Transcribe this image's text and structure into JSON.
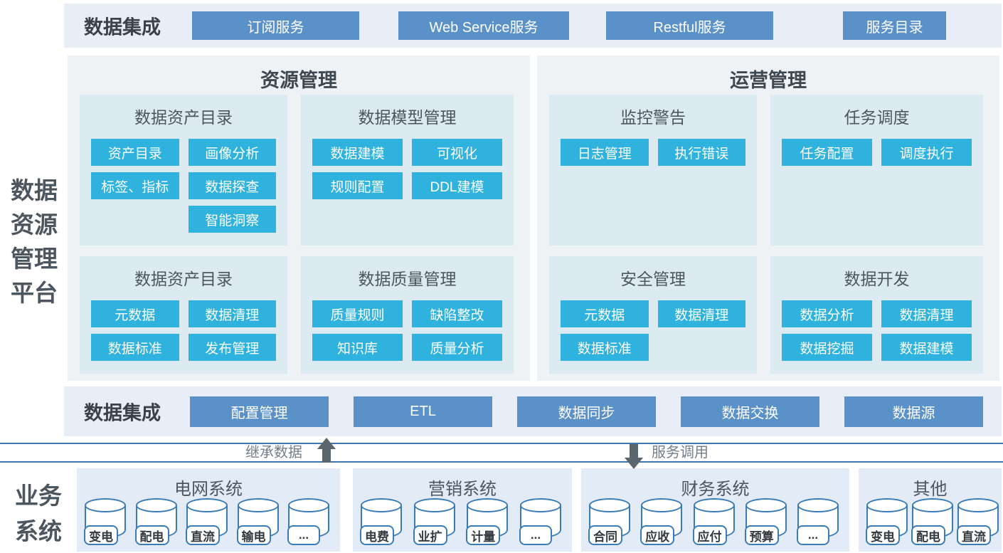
{
  "platform_label": {
    "lines": [
      "数据",
      "资源",
      "管理",
      "平台"
    ]
  },
  "top_integration": {
    "label": "数据集成",
    "buttons": [
      "订阅服务",
      "Web Service服务",
      "Restful服务",
      "服务目录"
    ]
  },
  "resource_management": {
    "title": "资源管理",
    "groups": [
      {
        "title": "数据资产目录",
        "buttons": [
          {
            "label": "资产目录"
          },
          {
            "label": "画像分析"
          },
          {
            "label": "标签、指标"
          },
          {
            "label": "数据探查"
          },
          {
            "label": "智能洞察",
            "column": 2
          }
        ]
      },
      {
        "title": "数据模型管理",
        "buttons": [
          {
            "label": "数据建模"
          },
          {
            "label": "可视化"
          },
          {
            "label": "规则配置"
          },
          {
            "label": "DDL建模"
          }
        ]
      },
      {
        "title": "数据资产目录",
        "buttons": [
          {
            "label": "元数据"
          },
          {
            "label": "数据清理"
          },
          {
            "label": "数据标准"
          },
          {
            "label": "发布管理"
          }
        ]
      },
      {
        "title": "数据质量管理",
        "buttons": [
          {
            "label": "质量规则"
          },
          {
            "label": "缺陷整改"
          },
          {
            "label": "知识库"
          },
          {
            "label": "质量分析"
          }
        ]
      }
    ]
  },
  "operation_management": {
    "title": "运营管理",
    "groups": [
      {
        "title": "监控警告",
        "buttons": [
          {
            "label": "日志管理"
          },
          {
            "label": "执行错误"
          }
        ]
      },
      {
        "title": "任务调度",
        "buttons": [
          {
            "label": "任务配置"
          },
          {
            "label": "调度执行"
          }
        ]
      },
      {
        "title": "安全管理",
        "buttons": [
          {
            "label": "元数据"
          },
          {
            "label": "数据清理"
          },
          {
            "label": "数据标准"
          }
        ]
      },
      {
        "title": "数据开发",
        "buttons": [
          {
            "label": "数据分析"
          },
          {
            "label": "数据清理"
          },
          {
            "label": "数据挖掘"
          },
          {
            "label": "数据建模"
          }
        ]
      }
    ]
  },
  "bottom_integration": {
    "label": "数据集成",
    "buttons": [
      "配置管理",
      "ETL",
      "数据同步",
      "数据交换",
      "数据源"
    ]
  },
  "bus": {
    "up_label": "继承数据",
    "down_label": "服务调用"
  },
  "business_systems": {
    "label_lines": [
      "业务",
      "系统"
    ],
    "systems": [
      {
        "title": "电网系统",
        "databases": [
          "变电",
          "配电",
          "直流",
          "输电",
          "..."
        ]
      },
      {
        "title": "营销系统",
        "databases": [
          "电费",
          "业扩",
          "计量",
          "..."
        ]
      },
      {
        "title": "财务系统",
        "databases": [
          "合同",
          "应收",
          "应付",
          "预算",
          "..."
        ]
      },
      {
        "title": "其他",
        "databases": [
          "变电",
          "配电",
          "直流"
        ]
      }
    ]
  },
  "colors": {
    "steel_blue_button": "#5b91c9",
    "cyan_button": "#2fb3de",
    "band_background": "#e8eef7",
    "panel_background": "#eef2f5",
    "group_background": "#dcebf2",
    "business_panel_background": "#e3ebf7",
    "bus_border": "#3f76b0",
    "arrow": "#5a666e",
    "database_border": "#3a7cb8",
    "dark_text": "#3a4148"
  }
}
